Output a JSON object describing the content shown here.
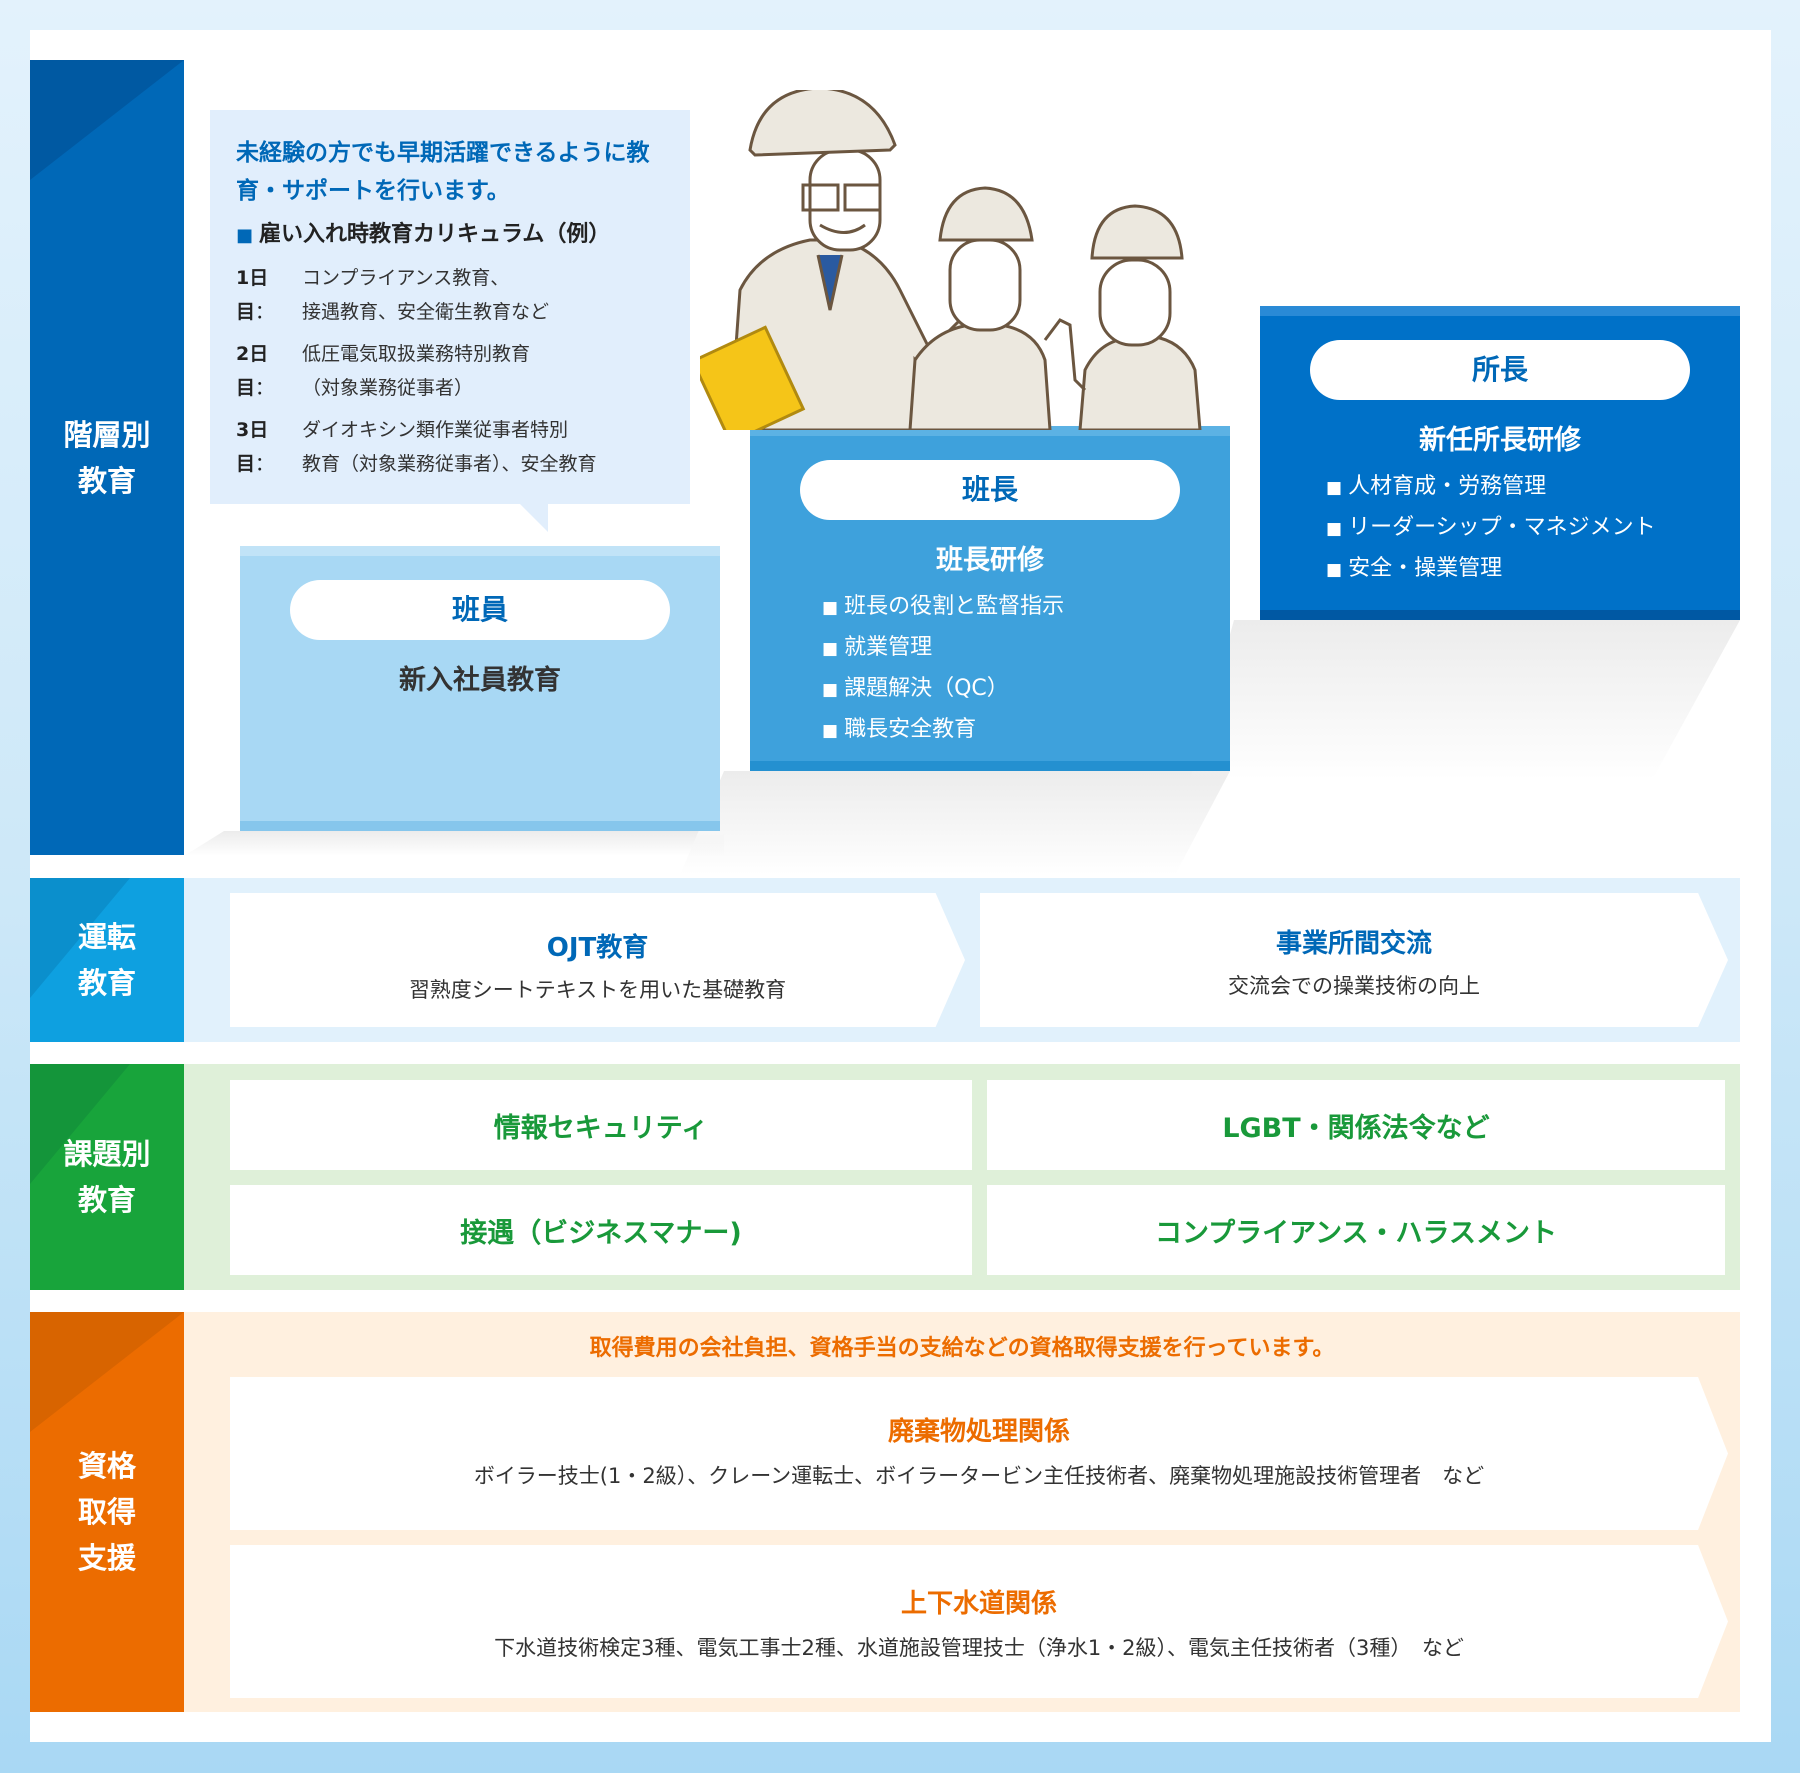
{
  "hierarchy": {
    "side_label": "階層別\n教育",
    "bubble": {
      "lead": "未経験の方でも早期活躍できるように教育・サポートを行います。",
      "subheading": "雇い入れ時教育カリキュラム（例）",
      "days": [
        {
          "label": "1日目",
          "sep": "：",
          "text": "コンプライアンス教育、\n接遇教育、安全衛生教育など"
        },
        {
          "label": "2日目",
          "sep": "：",
          "text": "低圧電気取扱業務特別教育\n（対象業務従事者）"
        },
        {
          "label": "3日目",
          "sep": "：",
          "text": "ダイオキシン類作業従事者特別\n教育（対象業務従事者）、安全教育"
        }
      ]
    },
    "levels": [
      {
        "role": "班員",
        "title": "新入社員教育",
        "items": []
      },
      {
        "role": "班長",
        "title": "班長研修",
        "items": [
          "班長の役割と監督指示",
          "就業管理",
          "課題解決（QC）",
          "職長安全教育"
        ]
      },
      {
        "role": "所長",
        "title": "新任所長研修",
        "items": [
          "人材育成・労務管理",
          "リーダーシップ・マネジメント",
          "安全・操業管理"
        ]
      }
    ],
    "illustration": "workers-in-hardhats-illustration"
  },
  "operation": {
    "side_label": "運転\n教育",
    "items": [
      {
        "title": "OJT教育",
        "desc": "習熟度シートテキストを用いた基礎教育"
      },
      {
        "title": "事業所間交流",
        "desc": "交流会での操業技術の向上"
      }
    ]
  },
  "issue": {
    "side_label": "課題別\n教育",
    "items": [
      "情報セキュリティ",
      "LGBT・関係法令など",
      "接遇（ビジネスマナー)",
      "コンプライアンス・ハラスメント"
    ]
  },
  "qualification": {
    "side_label": "資格\n取得\n支援",
    "lead": "取得費用の会社負担、資格手当の支給などの資格取得支援を行っています。",
    "items": [
      {
        "title": "廃棄物処理関係",
        "desc": "ボイラー技士(1・2級）、クレーン運転士、ボイラータービン主任技術者、廃棄物処理施設技術管理者　など"
      },
      {
        "title": "上下水道関係",
        "desc": "下水道技術検定3種、電気工事士2種、水道施設管理技士（浄水1・2級）、電気主任技術者（3種）　など"
      }
    ]
  },
  "bullet": "■",
  "colors": {
    "hierarchy": "#0068b7",
    "operation": "#0ea0e0",
    "issue": "#18a43b",
    "qualification": "#ec6c00"
  }
}
